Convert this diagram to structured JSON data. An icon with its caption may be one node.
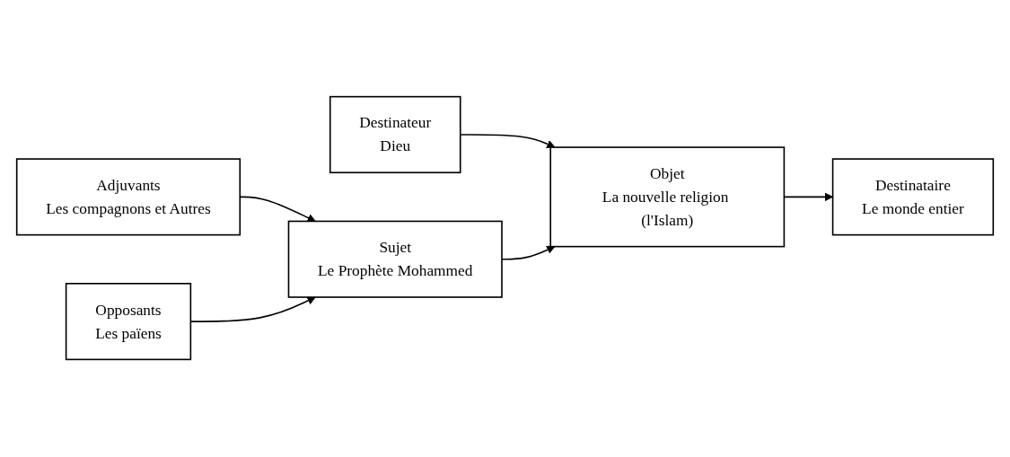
{
  "diagram": {
    "nodes": [
      {
        "text": [
          "Destinateur",
          "Dieu"
        ]
      },
      {
        "text": [
          "Objet",
          "La nouvelle religion (l'Islam)"
        ]
      },
      {
        "text": [
          "Destinataire",
          "Le monde entier"
        ]
      },
      {
        "text": [
          "Adjuvants",
          "Les compagnons et Autres"
        ]
      },
      {
        "text": [
          "Sujet",
          "Le Prophète Mohammed"
        ]
      },
      {
        "text": [
          "Opposants",
          "Les païens"
        ]
      }
    ],
    "edges": [
      {
        "from": 0,
        "to": 1,
        "arrow": "to"
      },
      {
        "from": 1,
        "to": 2,
        "arrow": "to"
      },
      {
        "from": 4,
        "to": 1,
        "arrow": "to"
      },
      {
        "from": 3,
        "to": 4,
        "arrow": "to"
      },
      {
        "from": 5,
        "to": 4,
        "arrow": "to"
      }
    ]
  }
}
